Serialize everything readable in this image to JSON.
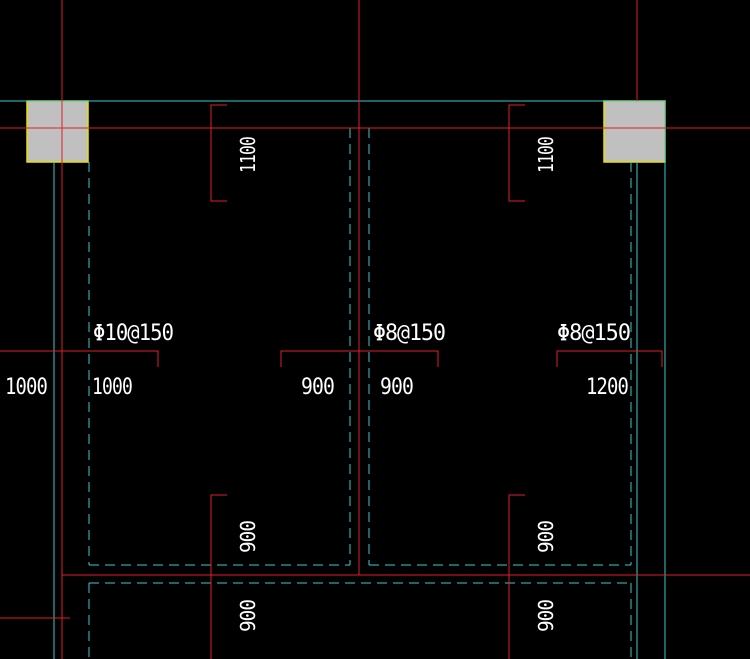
{
  "colors": {
    "background": "#000000",
    "axis_red": "#e0202a",
    "wall_cyan": "#40c8d0",
    "column_fill": "#c0c0c0",
    "column_outline": "#e8e000",
    "text_white": "#ffffff"
  },
  "rebar_labels": {
    "left": "Φ10@150",
    "middle": "Φ8@150",
    "right": "Φ8@150"
  },
  "horizontal_dims": {
    "outer_left": "1000",
    "left_span_a": "1000",
    "left_span_b": "900",
    "middle_span": "900",
    "right_span": "1200"
  },
  "vertical_dims": {
    "top_left": "1100",
    "top_right": "1100",
    "bottom_left_a": "900",
    "bottom_right_a": "900",
    "bottom_left_b": "900",
    "bottom_right_b": "900"
  }
}
